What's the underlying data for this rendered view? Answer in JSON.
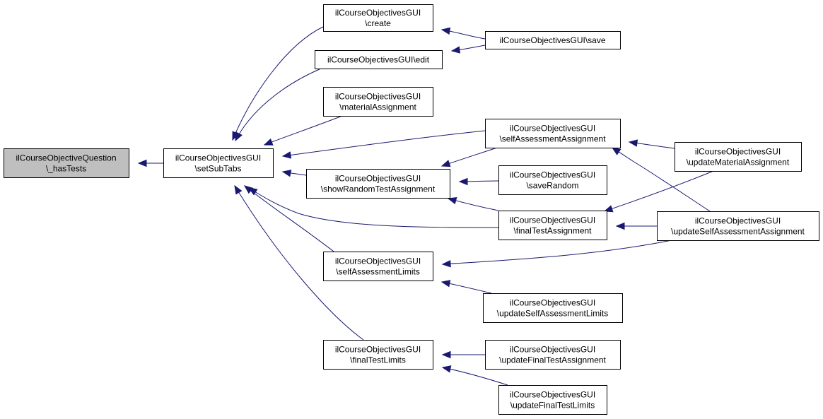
{
  "graph": {
    "nodes": [
      {
        "id": "root",
        "lines": [
          "ilCourseObjectiveQuestion",
          "\\_hasTests"
        ],
        "root": true
      },
      {
        "id": "setSubTabs",
        "lines": [
          "ilCourseObjectivesGUI",
          "\\setSubTabs"
        ]
      },
      {
        "id": "create",
        "lines": [
          "ilCourseObjectivesGUI",
          "\\create"
        ]
      },
      {
        "id": "edit",
        "lines": [
          "ilCourseObjectivesGUI\\edit"
        ]
      },
      {
        "id": "materialAssignment",
        "lines": [
          "ilCourseObjectivesGUI",
          "\\materialAssignment"
        ]
      },
      {
        "id": "showRandomTestAssignment",
        "lines": [
          "ilCourseObjectivesGUI",
          "\\showRandomTestAssignment"
        ]
      },
      {
        "id": "selfAssessmentLimits",
        "lines": [
          "ilCourseObjectivesGUI",
          "\\selfAssessmentLimits"
        ]
      },
      {
        "id": "finalTestLimits",
        "lines": [
          "ilCourseObjectivesGUI",
          "\\finalTestLimits"
        ]
      },
      {
        "id": "save",
        "lines": [
          "ilCourseObjectivesGUI\\save"
        ]
      },
      {
        "id": "selfAssessmentAssignment",
        "lines": [
          "ilCourseObjectivesGUI",
          "\\selfAssessmentAssignment"
        ]
      },
      {
        "id": "saveRandom",
        "lines": [
          "ilCourseObjectivesGUI",
          "\\saveRandom"
        ]
      },
      {
        "id": "finalTestAssignment",
        "lines": [
          "ilCourseObjectivesGUI",
          "\\finalTestAssignment"
        ]
      },
      {
        "id": "updateSelfAssessmentLimits",
        "lines": [
          "ilCourseObjectivesGUI",
          "\\updateSelfAssessmentLimits"
        ]
      },
      {
        "id": "updateFinalTestAssignment",
        "lines": [
          "ilCourseObjectivesGUI",
          "\\updateFinalTestAssignment"
        ]
      },
      {
        "id": "updateFinalTestLimits",
        "lines": [
          "ilCourseObjectivesGUI",
          "\\updateFinalTestLimits"
        ]
      },
      {
        "id": "updateMaterialAssignment",
        "lines": [
          "ilCourseObjectivesGUI",
          "\\updateMaterialAssignment"
        ]
      },
      {
        "id": "updateSelfAssessmentAssignment",
        "lines": [
          "ilCourseObjectivesGUI",
          "\\updateSelfAssessmentAssignment"
        ]
      }
    ],
    "edges": [
      {
        "from": "setSubTabs",
        "to": "root"
      },
      {
        "from": "create",
        "to": "setSubTabs"
      },
      {
        "from": "edit",
        "to": "setSubTabs"
      },
      {
        "from": "materialAssignment",
        "to": "setSubTabs"
      },
      {
        "from": "selfAssessmentAssignment",
        "to": "setSubTabs"
      },
      {
        "from": "showRandomTestAssignment",
        "to": "setSubTabs"
      },
      {
        "from": "finalTestAssignment",
        "to": "setSubTabs"
      },
      {
        "from": "selfAssessmentLimits",
        "to": "setSubTabs"
      },
      {
        "from": "finalTestLimits",
        "to": "setSubTabs"
      },
      {
        "from": "save",
        "to": "create"
      },
      {
        "from": "save",
        "to": "edit"
      },
      {
        "from": "selfAssessmentAssignment",
        "to": "showRandomTestAssignment"
      },
      {
        "from": "saveRandom",
        "to": "showRandomTestAssignment"
      },
      {
        "from": "finalTestAssignment",
        "to": "showRandomTestAssignment"
      },
      {
        "from": "updateMaterialAssignment",
        "to": "selfAssessmentAssignment"
      },
      {
        "from": "updateSelfAssessmentAssignment",
        "to": "selfAssessmentAssignment"
      },
      {
        "from": "updateMaterialAssignment",
        "to": "finalTestAssignment"
      },
      {
        "from": "updateSelfAssessmentAssignment",
        "to": "finalTestAssignment"
      },
      {
        "from": "updateSelfAssessmentAssignment",
        "to": "selfAssessmentLimits"
      },
      {
        "from": "updateSelfAssessmentLimits",
        "to": "selfAssessmentLimits"
      },
      {
        "from": "updateFinalTestAssignment",
        "to": "finalTestLimits"
      },
      {
        "from": "updateFinalTestLimits",
        "to": "finalTestLimits"
      }
    ],
    "colors": {
      "edge": "#191970",
      "root_fill": "#bfbfbf",
      "node_fill": "#ffffff",
      "border": "#000000"
    }
  }
}
